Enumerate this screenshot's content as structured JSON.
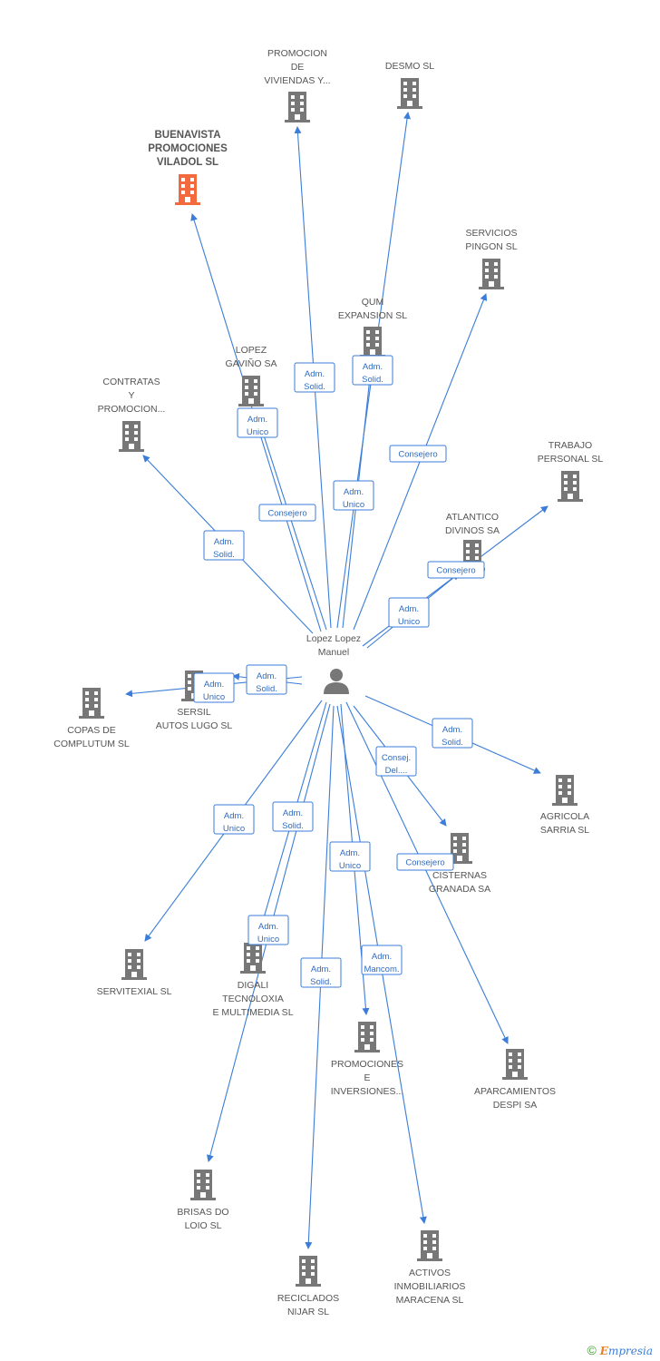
{
  "center": {
    "label": [
      "Lopez Lopez",
      "Manuel"
    ],
    "icon": "person-icon"
  },
  "colors": {
    "company": "#777777",
    "highlight": "#f26a3e",
    "edge": "#3b7dd8",
    "label": "#555555"
  },
  "companies": [
    {
      "id": "promocion-viviendas",
      "label": [
        "PROMOCION",
        "DE",
        "VIVIENDAS Y..."
      ]
    },
    {
      "id": "desmo",
      "label": [
        "DESMO SL"
      ]
    },
    {
      "id": "buenavista",
      "label": [
        "BUENAVISTA",
        "PROMOCIONES",
        "VILADOL SL"
      ],
      "highlight": true
    },
    {
      "id": "servicios-pingon",
      "label": [
        "SERVICIOS",
        "PINGON SL"
      ]
    },
    {
      "id": "qum-expansion",
      "label": [
        "QUM",
        "EXPANSION SL"
      ]
    },
    {
      "id": "lopez-gavino",
      "label": [
        "LOPEZ",
        "GAVIÑO SA"
      ]
    },
    {
      "id": "contratas",
      "label": [
        "CONTRATAS",
        "Y",
        "PROMOCION..."
      ]
    },
    {
      "id": "trabajo-personal",
      "label": [
        "TRABAJO",
        "PERSONAL SL"
      ]
    },
    {
      "id": "atlantico-divinos",
      "label": [
        "ATLANTICO",
        "DIVINOS SA"
      ]
    },
    {
      "id": "sersil",
      "label": [
        "SERSIL",
        "AUTOS LUGO SL"
      ]
    },
    {
      "id": "copas-complutum",
      "label": [
        "COPAS DE",
        "COMPLUTUM SL"
      ]
    },
    {
      "id": "agricola-sarria",
      "label": [
        "AGRICOLA",
        "SARRIA SL"
      ]
    },
    {
      "id": "cisternas-granada",
      "label": [
        "CISTERNAS",
        "GRANADA SA"
      ]
    },
    {
      "id": "servitexial",
      "label": [
        "SERVITEXIAL SL"
      ]
    },
    {
      "id": "digali",
      "label": [
        "DIGALI",
        "TECNOLOXIA",
        "E MULTIMEDIA SL"
      ]
    },
    {
      "id": "promociones-inversiones",
      "label": [
        "PROMOCIONES",
        "E",
        "INVERSIONES..."
      ]
    },
    {
      "id": "aparcamientos-despi",
      "label": [
        "APARCAMIENTOS",
        "DESPI SA"
      ]
    },
    {
      "id": "brisas-loio",
      "label": [
        "BRISAS DO",
        "LOIO SL"
      ]
    },
    {
      "id": "reciclados-nijar",
      "label": [
        "RECICLADOS",
        "NIJAR SL"
      ]
    },
    {
      "id": "activos-inmobiliarios",
      "label": [
        "ACTIVOS",
        "INMOBILIARIOS",
        "MARACENA SL"
      ]
    }
  ],
  "relations": [
    {
      "target": "promocion-viviendas",
      "label": [
        "Adm.",
        "Solid."
      ]
    },
    {
      "target": "desmo",
      "label": [
        "Adm.",
        "Solid."
      ]
    },
    {
      "target": "buenavista",
      "label": [
        "Consejero"
      ]
    },
    {
      "target": "servicios-pingon",
      "label": [
        "Consejero"
      ]
    },
    {
      "target": "qum-expansion",
      "label": [
        "Adm.",
        "Unico"
      ]
    },
    {
      "target": "lopez-gavino",
      "label": [
        "Adm.",
        "Unico"
      ]
    },
    {
      "target": "contratas",
      "label": [
        "Adm.",
        "Solid."
      ]
    },
    {
      "target": "trabajo-personal",
      "label": [
        "Consejero"
      ]
    },
    {
      "target": "atlantico-divinos",
      "label": [
        "Adm.",
        "Unico"
      ]
    },
    {
      "target": "sersil",
      "label": [
        "Adm.",
        "Solid."
      ]
    },
    {
      "target": "copas-complutum",
      "label": [
        "Adm.",
        "Unico"
      ]
    },
    {
      "target": "agricola-sarria",
      "label": [
        "Adm.",
        "Solid."
      ]
    },
    {
      "target": "cisternas-granada",
      "label": [
        "Consej.",
        "Del...."
      ]
    },
    {
      "target": "servitexial",
      "label": [
        "Adm.",
        "Unico"
      ]
    },
    {
      "target": "digali",
      "label": [
        "Adm.",
        "Solid."
      ]
    },
    {
      "target": "promociones-inversiones",
      "label": [
        "Adm.",
        "Unico"
      ]
    },
    {
      "target": "aparcamientos-despi",
      "label": [
        "Consejero"
      ]
    },
    {
      "target": "brisas-loio",
      "label": [
        "Adm.",
        "Unico"
      ]
    },
    {
      "target": "reciclados-nijar",
      "label": [
        "Adm.",
        "Solid."
      ]
    },
    {
      "target": "activos-inmobiliarios",
      "label": [
        "Adm.",
        "Mancom."
      ]
    }
  ],
  "footer": {
    "copyright": "©",
    "brand_first": "E",
    "brand_rest": "mpresia"
  }
}
